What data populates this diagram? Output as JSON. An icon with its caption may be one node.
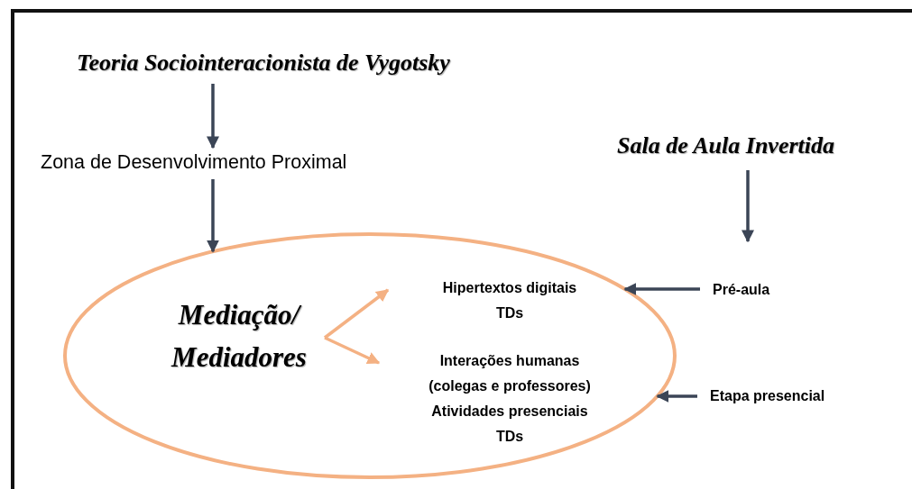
{
  "diagram": {
    "nodes": [
      {
        "text": [
          "Teoria Sociointeracionista de Vygotsky"
        ]
      },
      {
        "text": [
          "Zona de Desenvolvimento Proximal"
        ]
      },
      {
        "text": [
          "Sala de Aula Invertida"
        ]
      },
      {
        "text": [],
        "shape": "ellipse"
      },
      {
        "text": [
          "Mediação/ Mediadores"
        ],
        "in": 3
      },
      {
        "text": [
          "Hipertextos digitais",
          "TDs"
        ],
        "in": 3
      },
      {
        "text": [
          "Interações humanas (colegas e professores)",
          "Atividades presenciais",
          "TDs"
        ],
        "in": 3
      },
      {
        "text": [
          "Pré-aula"
        ]
      },
      {
        "text": [
          "Etapa presencial"
        ]
      }
    ],
    "edges": [
      {
        "from": 0,
        "to": 1,
        "arrow": "to"
      },
      {
        "from": 1,
        "to": 3,
        "arrow": "to"
      },
      {
        "from": 2,
        "to": null,
        "arrow": "to"
      },
      {
        "from": 4,
        "to": 5,
        "arrow": "to",
        "color": "#f4b183"
      },
      {
        "from": 4,
        "to": 6,
        "arrow": "to",
        "color": "#f4b183"
      },
      {
        "from": 7,
        "to": 3,
        "arrow": "to"
      },
      {
        "from": 8,
        "to": 3,
        "arrow": "to"
      }
    ]
  }
}
